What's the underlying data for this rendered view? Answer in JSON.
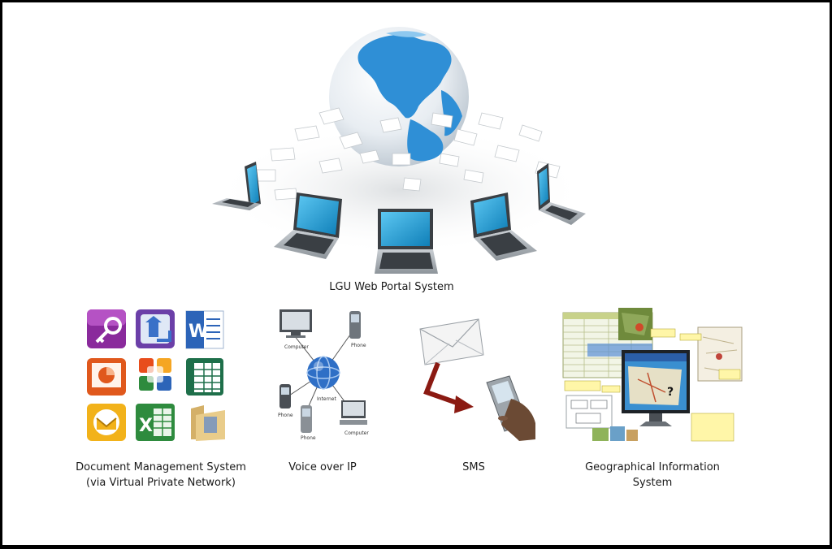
{
  "hero": {
    "caption": "LGU Web Portal System"
  },
  "panels": [
    {
      "key": "dms",
      "caption_line1": "Document Management System",
      "caption_line2": "(via Virtual Private Network)"
    },
    {
      "key": "voip",
      "caption_line1": "Voice over IP",
      "caption_line2": ""
    },
    {
      "key": "sms",
      "caption_line1": "SMS",
      "caption_line2": ""
    },
    {
      "key": "gis",
      "caption_line1": "Geographical Information",
      "caption_line2": "System"
    }
  ],
  "voip": {
    "labels": [
      "Computer",
      "Phone",
      "Internet",
      "Phone",
      "Phone",
      "Computer"
    ]
  },
  "colors": {
    "globe_ocean": "#2f8fd6",
    "globe_land": "#e9eef3",
    "screen": "#1f9fd8",
    "access_purple": "#8a2a9c",
    "word_blue": "#2c64b8",
    "excel_green": "#2e8b3e",
    "ppt_orange": "#e0581c",
    "outlook_yellow": "#f2b21a",
    "envelope": "#f4f4f4",
    "arrow_red": "#8b1a12"
  }
}
